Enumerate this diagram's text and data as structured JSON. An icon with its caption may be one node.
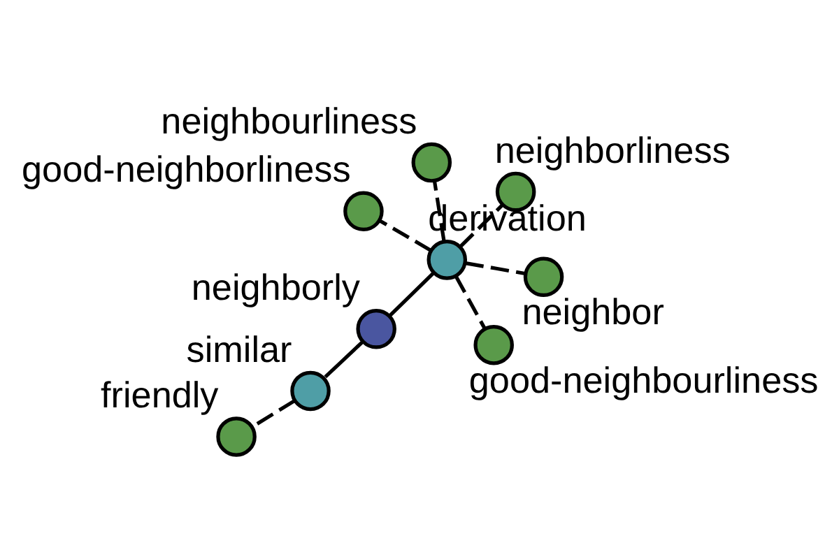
{
  "diagram": {
    "nodes": [
      {
        "text": [
          "friendly"
        ]
      },
      {
        "text": [
          "similar"
        ]
      },
      {
        "text": [
          "neighborly"
        ]
      },
      {
        "text": [
          "derivation"
        ]
      },
      {
        "text": [
          "neighborliness"
        ]
      },
      {
        "text": [
          "neighbourliness"
        ]
      },
      {
        "text": [
          "good-neighborliness"
        ]
      },
      {
        "text": [
          "neighbor"
        ]
      },
      {
        "text": [
          "good-neighbourliness"
        ]
      }
    ],
    "edges": [
      {
        "from": 1,
        "to": 0,
        "arrow": "none",
        "style": "dashed"
      },
      {
        "from": 2,
        "to": 1,
        "arrow": "none"
      },
      {
        "from": 2,
        "to": 3,
        "arrow": "none"
      },
      {
        "from": 3,
        "to": 4,
        "arrow": "none",
        "style": "dashed"
      },
      {
        "from": 3,
        "to": 5,
        "arrow": "none",
        "style": "dashed"
      },
      {
        "from": 3,
        "to": 6,
        "arrow": "none",
        "style": "dashed"
      },
      {
        "from": 3,
        "to": 7,
        "arrow": "none",
        "style": "dashed"
      },
      {
        "from": 3,
        "to": 8,
        "arrow": "none",
        "style": "dashed"
      }
    ]
  }
}
